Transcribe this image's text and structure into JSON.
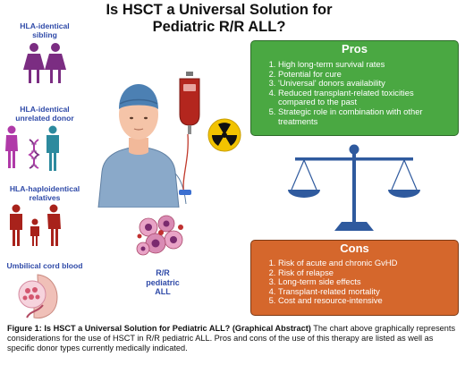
{
  "title_line1": "Is HSCT a Universal Solution for",
  "title_line2": "Pediatric R/R ALL?",
  "donors": [
    {
      "label_line1": "HLA-identical",
      "label_line2": "sibling",
      "label_line3": ""
    },
    {
      "label_line1": "HLA-identical",
      "label_line2": "unrelated donor",
      "label_line3": ""
    },
    {
      "label_line1": "HLA-haploidentical",
      "label_line2": "relatives",
      "label_line3": ""
    },
    {
      "label_line1": "Umbilical cord blood",
      "label_line2": "",
      "label_line3": ""
    }
  ],
  "patient_label": {
    "line1": "R/R",
    "line2": "pediatric",
    "line3": "ALL"
  },
  "pros": {
    "heading": "Pros",
    "items": [
      "High long-term survival rates",
      "Potential for cure",
      "'Universal' donors availability",
      "Reduced transplant-related toxicities compared to the past",
      "Strategic role in combination with other treatments"
    ]
  },
  "cons": {
    "heading": "Cons",
    "items": [
      "Risk of acute and chronic GvHD",
      "Risk of relapse",
      "Long-term side effects",
      "Transplant-related mortality",
      "Cost and resource-intensive"
    ]
  },
  "caption": {
    "bold": "Figure 1: Is HSCT a Universal Solution for Pediatric ALL? (Graphical Abstract)",
    "text": " The chart above graphically represents considerations for the use of HSCT in R/R pediatric ALL. Pros and cons of the use of this therapy are listed as well as specific donor types currently medically indicated."
  },
  "colors": {
    "pros_fill": "#4aa842",
    "cons_fill": "#d5672c",
    "scale": "#2f5a9e",
    "donor_label": "#2f4aa8",
    "blood_bag": "#b3261e",
    "radiation": "#f2c300"
  },
  "icons": [
    "siblings-icon",
    "dna-icon",
    "parent-icon",
    "family-icon",
    "cord-blood-icon",
    "patient-icon",
    "blood-bag-icon",
    "radiation-icon",
    "leukemia-cells-icon",
    "balance-scale-icon"
  ]
}
